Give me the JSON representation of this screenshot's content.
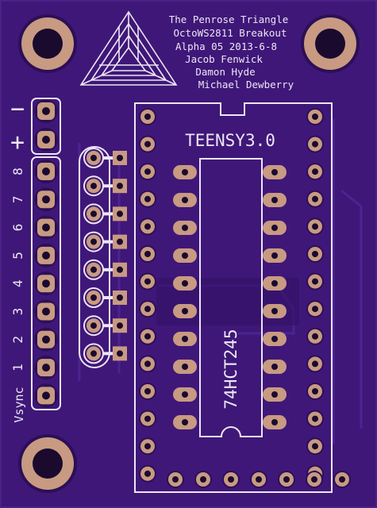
{
  "board": {
    "credits": [
      "The Penrose Triangle",
      "OctoWS2811 Breakout",
      "Alpha 05 2013-6-8",
      "Jacob Fenwick",
      "Damon Hyde",
      "Michael Dewberry"
    ],
    "teensy_label": "TEENSY3.0",
    "chip_label": "74HCT245",
    "header": {
      "power_labels": [
        "−",
        "+"
      ],
      "channel_labels": [
        "8",
        "7",
        "6",
        "5",
        "4",
        "3",
        "2",
        "1"
      ],
      "vsync_label": "Vsync"
    }
  },
  "colors": {
    "board": "#3f1778",
    "soldermask_dark": "#2c0f56",
    "silkscreen": "#ece6f4",
    "copper_pad": "#c89a82",
    "drill": "#1a0a2e"
  },
  "icons": {
    "logo": "penrose-triangle-icon"
  }
}
